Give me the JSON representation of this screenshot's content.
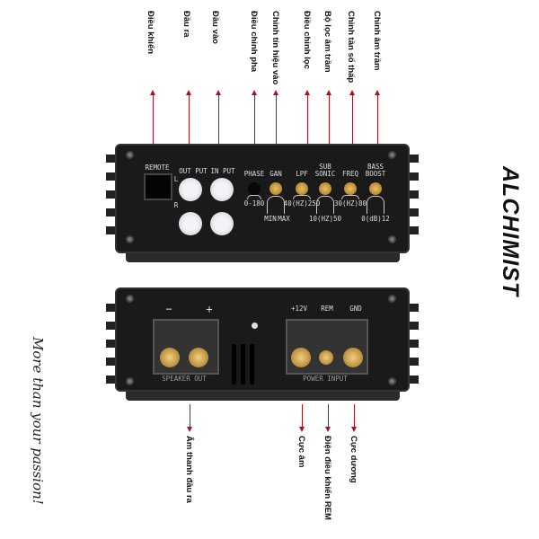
{
  "top_labels": [
    {
      "text": "Điều khiển"
    },
    {
      "text": "Đầu ra"
    },
    {
      "text": "Đầu vào"
    },
    {
      "text": "Điều chỉnh pha"
    },
    {
      "text": "Chỉnh tín hiệu vào"
    },
    {
      "text": "Điều chỉnh lọc"
    },
    {
      "text": "Bộ lọc âm trầm"
    },
    {
      "text": "Chỉnh tần số thấp"
    },
    {
      "text": "Chỉnh âm trầm"
    }
  ],
  "bottom_labels": [
    {
      "text": "Âm thanh đầu ra"
    },
    {
      "text": "Cực âm"
    },
    {
      "text": "Điện điều khiển REM"
    },
    {
      "text": "Cực dương"
    }
  ],
  "front_panel": {
    "remote": "REMOTE",
    "output": "OUT PUT",
    "input": "IN PUT",
    "l": "L",
    "r": "R",
    "phase": "PHASE",
    "phase_range": "0-180",
    "gain": "GAN",
    "gain_min": "MIN",
    "gain_max": "MAX",
    "lpf": "LPF",
    "lpf_range": "40(HZ)250",
    "subsonic": "SUB SONIC",
    "subsonic_range": "10(HZ)50",
    "freq": "FREQ",
    "freq_range": "30(HZ)80",
    "bass": "BASS BOOST",
    "bass_range": "0(dB)12"
  },
  "rear_panel": {
    "minus": "−",
    "plus": "+",
    "speaker_out": "SPEAKER OUT",
    "v12": "+12V",
    "rem": "REM",
    "gnd": "GND",
    "power_input": "POWER INPUT"
  },
  "brand": {
    "logo": "ALCHIMIST",
    "slogan": "More than your passion!"
  },
  "colors": {
    "arrow": "#b0101a",
    "device": "#1a1a1a"
  }
}
